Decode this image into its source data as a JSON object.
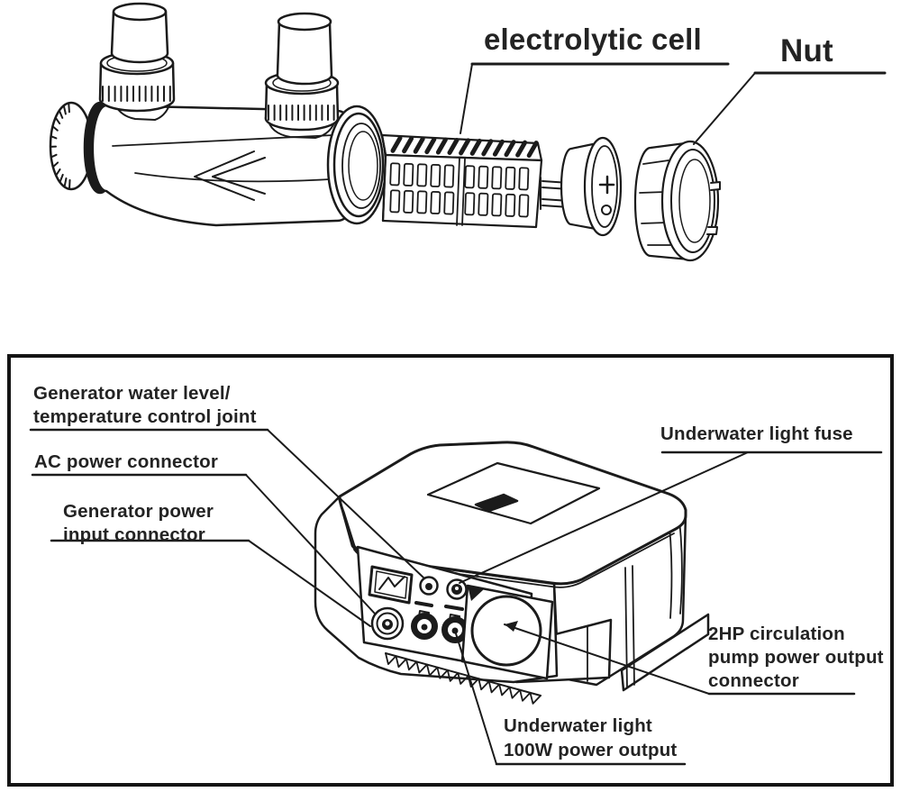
{
  "top_diagram": {
    "electrolytic_cell_label": "electrolytic cell",
    "nut_label": "Nut"
  },
  "bottom_diagram": {
    "water_level_line1": "Generator water level/",
    "water_level_line2": "temperature control joint",
    "ac_power": "AC power connector",
    "gen_input_line1": "Generator power",
    "gen_input_line2": "input connector",
    "light_fuse": "Underwater light fuse",
    "pump_output_line1": "2HP circulation",
    "pump_output_line2": "pump power output",
    "pump_output_line3": "connector",
    "light_output_line1": "Underwater light",
    "light_output_line2": "100W power output"
  },
  "colors": {
    "ink": "#1b1b1b",
    "text": "#232323",
    "background": "#ffffff"
  }
}
